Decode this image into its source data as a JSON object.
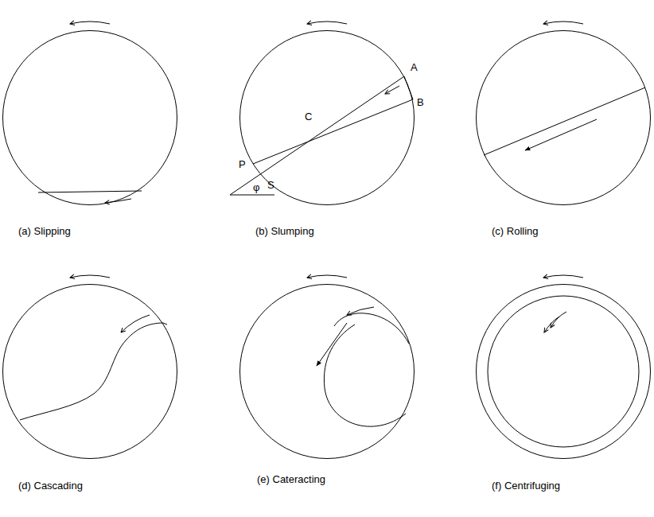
{
  "diagram": {
    "nodes": [
      {
        "text": [
          "(a) Slipping"
        ]
      },
      {
        "text": [
          "(b) Slumping"
        ]
      },
      {
        "text": [
          "(c) Rolling"
        ]
      },
      {
        "text": [
          "(d) Cascading"
        ]
      },
      {
        "text": [
          "(e) Cateracting"
        ]
      },
      {
        "text": [
          "(f) Centrifuging"
        ]
      }
    ],
    "labels": [
      "A",
      "B",
      "C",
      "P",
      "S",
      "φ"
    ]
  }
}
